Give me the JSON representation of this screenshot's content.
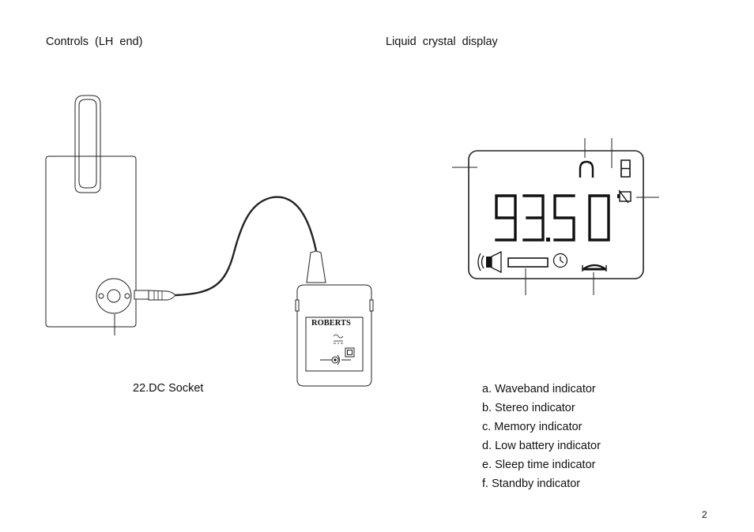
{
  "headings": {
    "controls": "Controls (LH end)",
    "lcd": "Liquid crystal display"
  },
  "captions": {
    "dc_socket": "22.DC Socket"
  },
  "adapter": {
    "brand": "ROBERTS"
  },
  "lcd": {
    "frequency": "93.50",
    "memory_digit": "8"
  },
  "legend": [
    "a. Waveband indicator",
    "b. Stereo indicator",
    "c. Memory indicator",
    "d. Low battery indicator",
    "e. Sleep time indicator",
    "f. Standby indicator"
  ],
  "page_number": "2"
}
